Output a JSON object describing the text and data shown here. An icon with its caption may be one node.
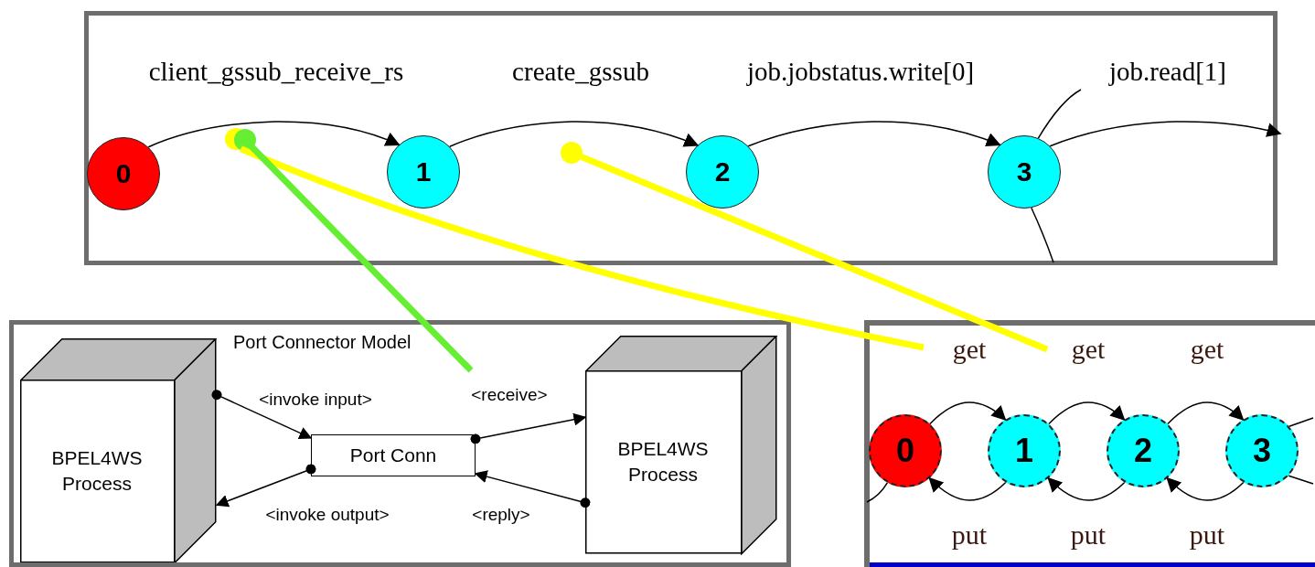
{
  "diagram": {
    "nodes": [
      {
        "text": [],
        "shape": "box"
      },
      {
        "text": [
          "0"
        ],
        "in": 0
      },
      {
        "text": [
          "1"
        ],
        "in": 0
      },
      {
        "text": [
          "2"
        ],
        "in": 0
      },
      {
        "text": [
          "3"
        ],
        "in": 0
      },
      {
        "text": [],
        "shape": "circle",
        "in": 0
      },
      {
        "text": [],
        "shape": "circle",
        "in": 0
      },
      {
        "text": [],
        "shape": "circle",
        "in": 0
      },
      {
        "text": [
          "Port Connector Model"
        ]
      },
      {
        "text": [
          "BPEL4WS Process"
        ],
        "in": 8
      },
      {
        "text": [
          "Port Conn"
        ],
        "in": 8
      },
      {
        "text": [
          "BPEL4WS Process"
        ],
        "in": 8
      },
      {
        "text": [],
        "shape": "box"
      },
      {
        "text": [
          "0"
        ],
        "in": 12
      },
      {
        "text": [
          "1"
        ],
        "in": 12
      },
      {
        "text": [
          "2"
        ],
        "in": 12
      },
      {
        "text": [
          "3"
        ],
        "in": 12
      }
    ],
    "edges": [
      {
        "from": 1,
        "to": 2,
        "arrow": "to",
        "label": "client_gssub_receive_rs"
      },
      {
        "from": 2,
        "to": 3,
        "arrow": "to",
        "label": "create_gssub"
      },
      {
        "from": 3,
        "to": 4,
        "arrow": "to",
        "label": "job.jobstatus.write[0]"
      },
      {
        "from": 4,
        "to": null,
        "arrow": "to",
        "label": "job.read[1]"
      },
      {
        "from": 4,
        "to": null,
        "arrow": "none"
      },
      {
        "from": 4,
        "to": null,
        "arrow": "none"
      },
      {
        "from": 5,
        "to": 12,
        "arrow": "to",
        "style": "thick",
        "color": "#ffff00"
      },
      {
        "from": 6,
        "to": null,
        "arrow": "to",
        "style": "thick",
        "color": "#66ee33"
      },
      {
        "from": 7,
        "to": 12,
        "arrow": "to",
        "style": "thick",
        "color": "#ffff00"
      },
      {
        "from": 9,
        "to": 10,
        "arrow": "to",
        "label": "<invoke input>"
      },
      {
        "from": 10,
        "to": 9,
        "arrow": "to",
        "label": "<invoke output>"
      },
      {
        "from": 10,
        "to": 11,
        "arrow": "to",
        "label": "<receive>"
      },
      {
        "from": 11,
        "to": 10,
        "arrow": "to",
        "label": "<reply>"
      },
      {
        "from": null,
        "to": 13,
        "arrow": "none"
      },
      {
        "from": 13,
        "to": 14,
        "arrow": "to",
        "label": "get"
      },
      {
        "from": 14,
        "to": 13,
        "arrow": "to",
        "label": "put"
      },
      {
        "from": 14,
        "to": 15,
        "arrow": "to",
        "label": "get"
      },
      {
        "from": 15,
        "to": 14,
        "arrow": "to",
        "label": "put"
      },
      {
        "from": 15,
        "to": 16,
        "arrow": "to",
        "label": "get"
      },
      {
        "from": 16,
        "to": 15,
        "arrow": "to",
        "label": "put"
      },
      {
        "from": 16,
        "to": null,
        "arrow": "none"
      },
      {
        "from": 16,
        "to": null,
        "arrow": "none"
      }
    ]
  }
}
